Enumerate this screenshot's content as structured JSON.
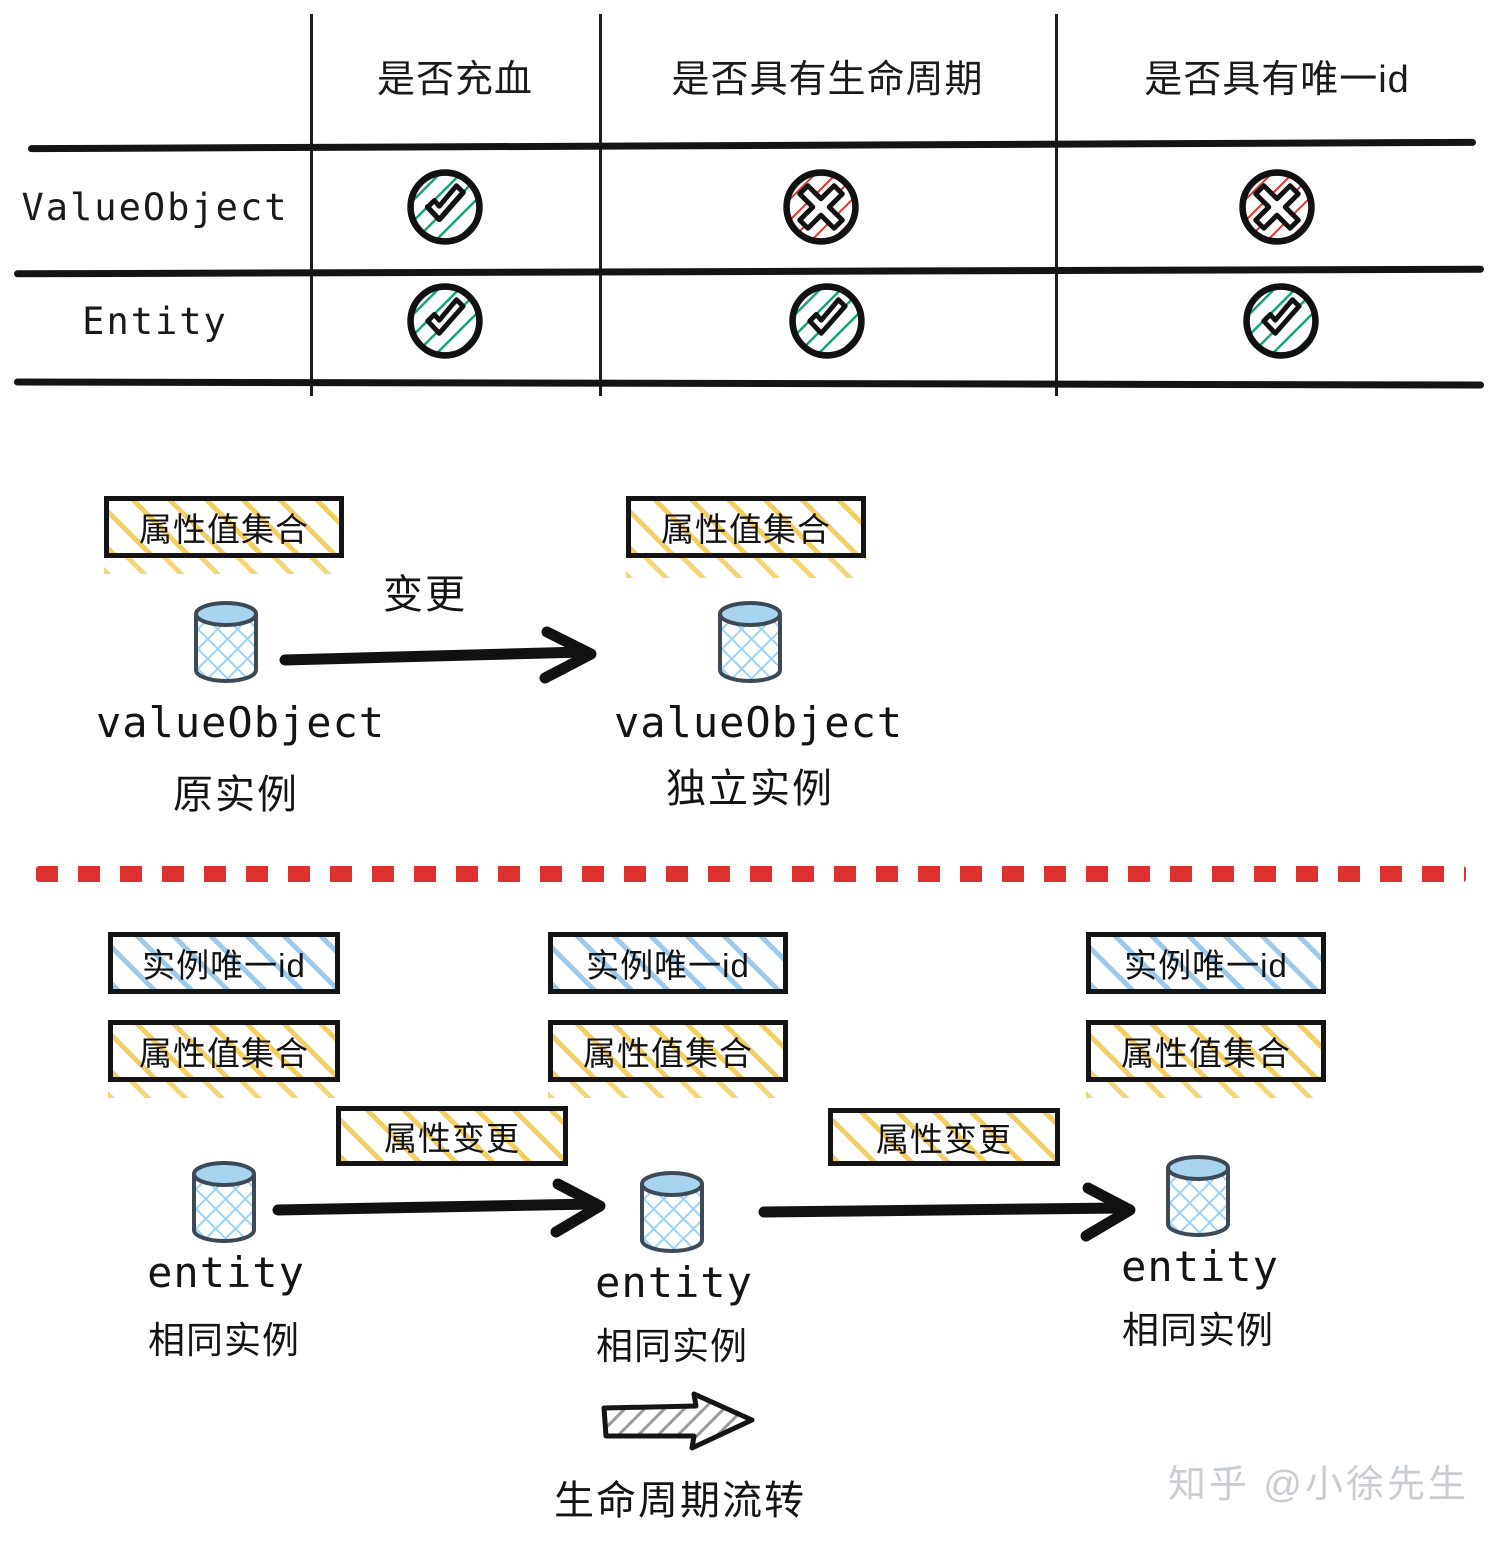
{
  "table": {
    "columns": [
      "是否充血",
      "是否具有生命周期",
      "是否具有唯一id"
    ],
    "rows": [
      {
        "label": "ValueObject",
        "cells": [
          "check",
          "cross",
          "cross"
        ]
      },
      {
        "label": "Entity",
        "cells": [
          "check",
          "check",
          "check"
        ]
      }
    ]
  },
  "value_object_section": {
    "left": {
      "box_label": "属性值集合",
      "name": "valueObject",
      "sub": "原实例"
    },
    "transition_label": "变更",
    "right": {
      "box_label": "属性值集合",
      "name": "valueObject",
      "sub": "独立实例"
    }
  },
  "entity_section": {
    "nodes": [
      {
        "id_label": "实例唯一id",
        "attr_label": "属性值集合",
        "name": "entity",
        "sub": "相同实例"
      },
      {
        "id_label": "实例唯一id",
        "attr_label": "属性值集合",
        "name": "entity",
        "sub": "相同实例"
      },
      {
        "id_label": "实例唯一id",
        "attr_label": "属性值集合",
        "name": "entity",
        "sub": "相同实例"
      }
    ],
    "transitions": [
      "属性变更",
      "属性变更"
    ],
    "legend": "生命周期流转"
  },
  "watermark": "知乎 @小徐先生",
  "colors": {
    "check_hatch": "#16a37b",
    "cross_hatch": "#e03131",
    "divider": "#e03131",
    "yellow_hatch": "#f2cf63",
    "blue_hatch": "#9ec9ea",
    "cylinder_top": "#a8d4f0",
    "cylinder_stroke": "#3d4a56",
    "ink": "#141414"
  }
}
